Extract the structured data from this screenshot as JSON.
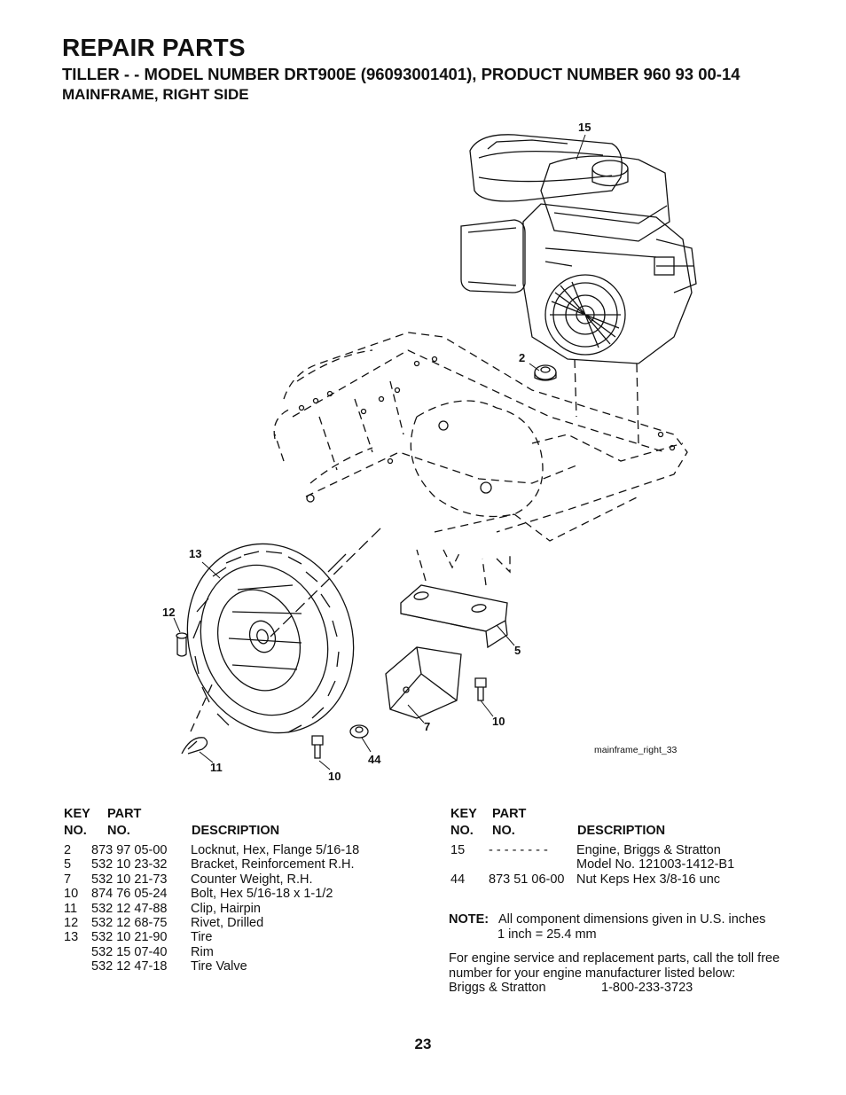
{
  "header": {
    "title": "REPAIR PARTS",
    "subtitle": "TILLER - - MODEL NUMBER DRT900E (96093001401), PRODUCT NUMBER 960 93 00-14",
    "section": "MAINFRAME, RIGHT SIDE"
  },
  "diagram": {
    "callouts": [
      "15",
      "2",
      "13",
      "12",
      "5",
      "10",
      "7",
      "11",
      "44",
      "10"
    ],
    "caption": "mainframe_right_33"
  },
  "table_left": {
    "headers": {
      "key_top": "KEY",
      "part_top": "PART",
      "key_bottom": "NO.",
      "part_bottom": "NO.",
      "description": "DESCRIPTION"
    },
    "rows": [
      {
        "key": "2",
        "part": "873 97 05-00",
        "desc": "Locknut, Hex, Flange  5/16-18"
      },
      {
        "key": "5",
        "part": "532 10 23-32",
        "desc": "Bracket, Reinforcement R.H."
      },
      {
        "key": "7",
        "part": "532 10 21-73",
        "desc": "Counter Weight, R.H."
      },
      {
        "key": "10",
        "part": "874 76 05-24",
        "desc": "Bolt, Hex  5/16-18 x 1-1/2"
      },
      {
        "key": "11",
        "part": "532 12 47-88",
        "desc": "Clip, Hairpin"
      },
      {
        "key": "12",
        "part": "532 12 68-75",
        "desc": "Rivet, Drilled"
      },
      {
        "key": "13",
        "part": "532 10 21-90",
        "desc": "Tire"
      },
      {
        "key": "",
        "part": "532 15 07-40",
        "desc": "Rim"
      },
      {
        "key": "",
        "part": "532 12 47-18",
        "desc": "Tire Valve"
      }
    ]
  },
  "table_right": {
    "headers": {
      "key_top": "KEY",
      "part_top": "PART",
      "key_bottom": "NO.",
      "part_bottom": "NO.",
      "description": "DESCRIPTION"
    },
    "rows": [
      {
        "key": "15",
        "part": "- - - - - - - -",
        "desc": "Engine, Briggs & Stratton"
      },
      {
        "key": "",
        "part": "",
        "desc": "Model No. 121003-1412-B1"
      },
      {
        "key": "44",
        "part": "873 51 06-00",
        "desc": "Nut Keps Hex 3/8-16 unc"
      }
    ]
  },
  "note": {
    "label": "NOTE:",
    "line1": "All component dimensions given in U.S. inches",
    "line2": "1 inch = 25.4 mm",
    "para": "For engine service and replacement parts, call the toll free number for your engine manufacturer listed below:",
    "manufacturer": "Briggs & Stratton",
    "phone": "1-800-233-3723"
  },
  "page_number": "23"
}
